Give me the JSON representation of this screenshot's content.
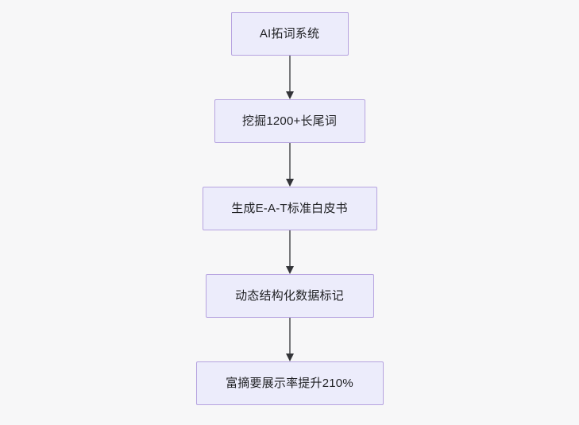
{
  "diagram": {
    "type": "flowchart",
    "direction": "top-to-bottom",
    "background_color": "#f7f7f8",
    "node_fill_color": "#ececfb",
    "node_border_color": "#b6a3e0",
    "node_text_color": "#1f2023",
    "connector_color": "#78797c",
    "arrowhead_color": "#333438",
    "nodes": [
      {
        "id": "n0",
        "label": "AI拓词系统"
      },
      {
        "id": "n1",
        "label": "挖掘1200+长尾词"
      },
      {
        "id": "n2",
        "label": "生成E-A-T标准白皮书"
      },
      {
        "id": "n3",
        "label": "动态结构化数据标记"
      },
      {
        "id": "n4",
        "label": "富摘要展示率提升210%"
      }
    ],
    "edges": [
      {
        "from": "n0",
        "to": "n1",
        "label": "",
        "arrow": "down-arrow"
      },
      {
        "from": "n1",
        "to": "n2",
        "label": "",
        "arrow": "down-arrow"
      },
      {
        "from": "n2",
        "to": "n3",
        "label": "",
        "arrow": "down-arrow"
      },
      {
        "from": "n3",
        "to": "n4",
        "label": "",
        "arrow": "down-arrow"
      }
    ]
  }
}
